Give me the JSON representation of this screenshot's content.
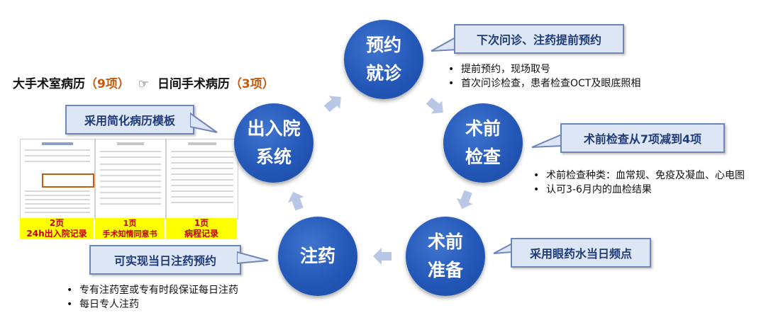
{
  "header": {
    "left_text": "大手术室病历",
    "left_count": "（9项）",
    "hand_icon": "☞",
    "right_text": "日间手术病历",
    "right_count": "（3项）"
  },
  "circles": {
    "appointment": {
      "line1": "预约",
      "line2": "就诊"
    },
    "preop_exam": {
      "line1": "术前",
      "line2": "检查"
    },
    "preop_prep": {
      "line1": "术前",
      "line2": "准备"
    },
    "injection": {
      "line1": "注药"
    },
    "admission": {
      "line1": "出入院",
      "line2": "系统"
    }
  },
  "callouts": {
    "appointment": "下次问诊、注药提前预约",
    "preop_exam": "术前检查从7项减到4项",
    "preop_prep": "采用眼药水当日频点",
    "injection": "可实现当日注药预约",
    "admission": "采用简化病历模板"
  },
  "bullets": {
    "appointment": [
      "提前预约，现场取号",
      "首次问诊检查，患者检查OCT及眼底照相"
    ],
    "preop_exam": [
      "术前检查种类：血常规、免疫及凝血、心电图",
      "认可3-6月内的血检结果"
    ],
    "injection": [
      "专有注药室或专有时段保证每日注药",
      "每日专人注药"
    ]
  },
  "documents": [
    {
      "pages": "2页",
      "name": "24h出入院记录"
    },
    {
      "pages": "1页",
      "name": "手术知情同意书"
    },
    {
      "pages": "1页",
      "name": "病程记录"
    }
  ],
  "colors": {
    "circle": "#2458b8",
    "callout_fill": "#dde6f5",
    "callout_border": "#6f86b8",
    "callout_text": "#1f3b78",
    "highlight": "#c55a11",
    "label_bg": "#ffff00",
    "label_text": "#c00000",
    "arrow": "#b8c7e3"
  }
}
